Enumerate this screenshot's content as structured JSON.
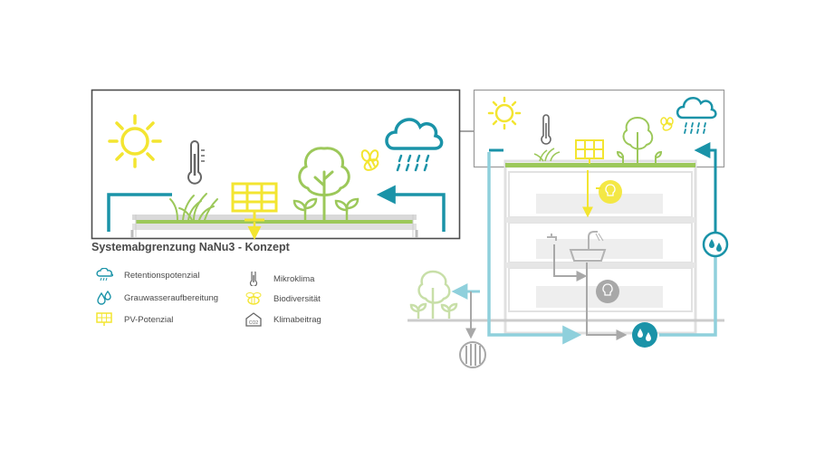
{
  "title": "Systemabgrenzung NaNu3 - Konzept",
  "legend": [
    {
      "label": "Retentionspotenzial",
      "icon": "rain-cloud-icon"
    },
    {
      "label": "Grauwasseraufbereitung",
      "icon": "water-drops-icon"
    },
    {
      "label": "PV-Potenzial",
      "icon": "solar-panel-icon"
    },
    {
      "label": "Mikroklima",
      "icon": "thermometer-icon"
    },
    {
      "label": "Biodiversität",
      "icon": "bee-icon"
    },
    {
      "label": "Klimabeitrag",
      "icon": "co2-house-icon"
    }
  ],
  "co2_text": "CO2",
  "colors": {
    "teal": "#1a93a8",
    "light_teal": "#8fd0dc",
    "yellow": "#f3e531",
    "green": "#9cc85a",
    "light_green": "#c8dfa8",
    "grey": "#a8a8a8",
    "light_grey": "#d6d6d6",
    "frame": "#4d4d4d"
  }
}
